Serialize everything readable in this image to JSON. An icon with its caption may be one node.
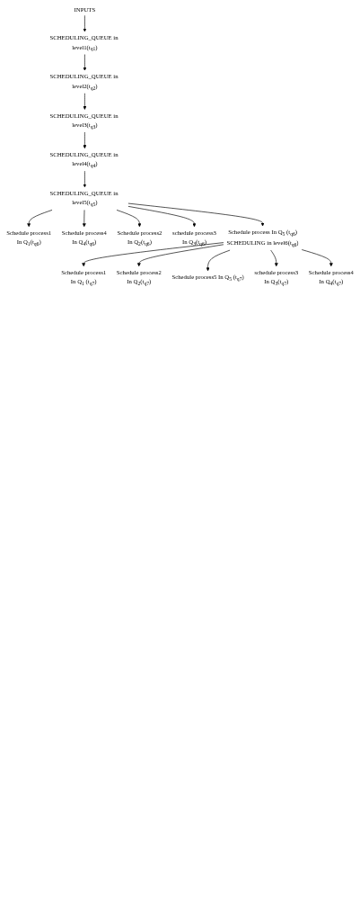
{
  "diagram": {
    "nodes": [
      {
        "text": [
          "INPUTS"
        ]
      },
      {
        "text": [
          "SCHEDULING_QUEUE in level1(t$_{q1}$)"
        ]
      },
      {
        "text": [
          "SCHEDULING_QUEUE in level2(t$_{q2}$)"
        ]
      },
      {
        "text": [
          "SCHEDULING_QUEUE in level3(t$_{q3}$)"
        ]
      },
      {
        "text": [
          "SCHEDULING_QUEUE in level4(t$_{q4}$)"
        ]
      },
      {
        "text": [
          "SCHEDULING_QUEUE in level5(t$_{q5}$)"
        ]
      },
      {
        "text": [
          "Schedule process1",
          "In Q$_{1}$(t$_{q6}$)"
        ]
      },
      {
        "text": [
          "Schedule process4",
          "In Q$_{4}$(t$_{q6}$)"
        ]
      },
      {
        "text": [
          "Schedule process2",
          "In Q$_{2}$(t$_{q6}$)"
        ]
      },
      {
        "text": [
          "schedule process3",
          "In Q$_{3}$(t$_{q6}$)"
        ]
      },
      {
        "text": [
          "Schedule process In Q$_{5}$ (t$_{q6}$)",
          "SCHEDULING in level6(t$_{q6}$)"
        ]
      },
      {
        "text": [
          "Schedule process1",
          "In Q$_{1}$ (t$_{q7}$)"
        ]
      },
      {
        "text": [
          "Schedule process4",
          "In Q$_{4}$(t$_{q7}$)"
        ]
      },
      {
        "text": [
          "Schedule process2",
          "In Q$_{2}$(t$_{q7}$)"
        ]
      },
      {
        "text": [
          "schedule process3",
          "In Q$_{3}$(t$_{q7}$)"
        ]
      },
      {
        "text": [
          "Schedule process5 In Q$_{5}$ (t$_{q7}$)"
        ]
      }
    ],
    "edges": [
      {
        "from": 0,
        "to": 1,
        "arrow": "to"
      },
      {
        "from": 1,
        "to": 2,
        "arrow": "to"
      },
      {
        "from": 2,
        "to": 3,
        "arrow": "to"
      },
      {
        "from": 3,
        "to": 4,
        "arrow": "to"
      },
      {
        "from": 4,
        "to": 5,
        "arrow": "to"
      },
      {
        "from": 5,
        "to": 6,
        "arrow": "to"
      },
      {
        "from": 5,
        "to": 8,
        "arrow": "to"
      },
      {
        "from": 5,
        "to": 10,
        "arrow": "to"
      },
      {
        "from": 5,
        "to": 9,
        "arrow": "to"
      },
      {
        "from": 5,
        "to": 7,
        "arrow": "to"
      },
      {
        "from": 10,
        "to": 11,
        "arrow": "to"
      },
      {
        "from": 10,
        "to": 13,
        "arrow": "to"
      },
      {
        "from": 10,
        "to": 15,
        "arrow": "to"
      },
      {
        "from": 10,
        "to": 14,
        "arrow": "to"
      },
      {
        "from": 10,
        "to": 12,
        "arrow": "to"
      }
    ]
  }
}
